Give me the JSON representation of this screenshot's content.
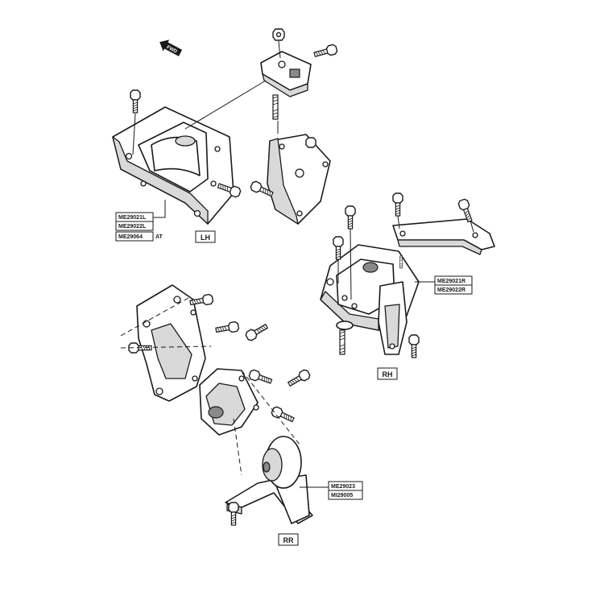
{
  "fwd_marker": "FWD",
  "groups": {
    "lh": {
      "view_label": "LH",
      "part_numbers": [
        "ME29021L",
        "ME29022L",
        "ME29064"
      ],
      "variant_note": "AT"
    },
    "rh": {
      "view_label": "RH",
      "part_numbers": [
        "ME29021R",
        "ME29022R"
      ]
    },
    "rr": {
      "view_label": "RR",
      "part_numbers": [
        "ME29023",
        "MI29005"
      ]
    }
  },
  "colors": {
    "line": "#1a1a1a",
    "fill": "#ffffff",
    "shade": "#d9d9d9"
  },
  "icons": [
    "fwd-arrow-icon",
    "hex-bolt-icon",
    "stud-icon",
    "nut-icon"
  ]
}
